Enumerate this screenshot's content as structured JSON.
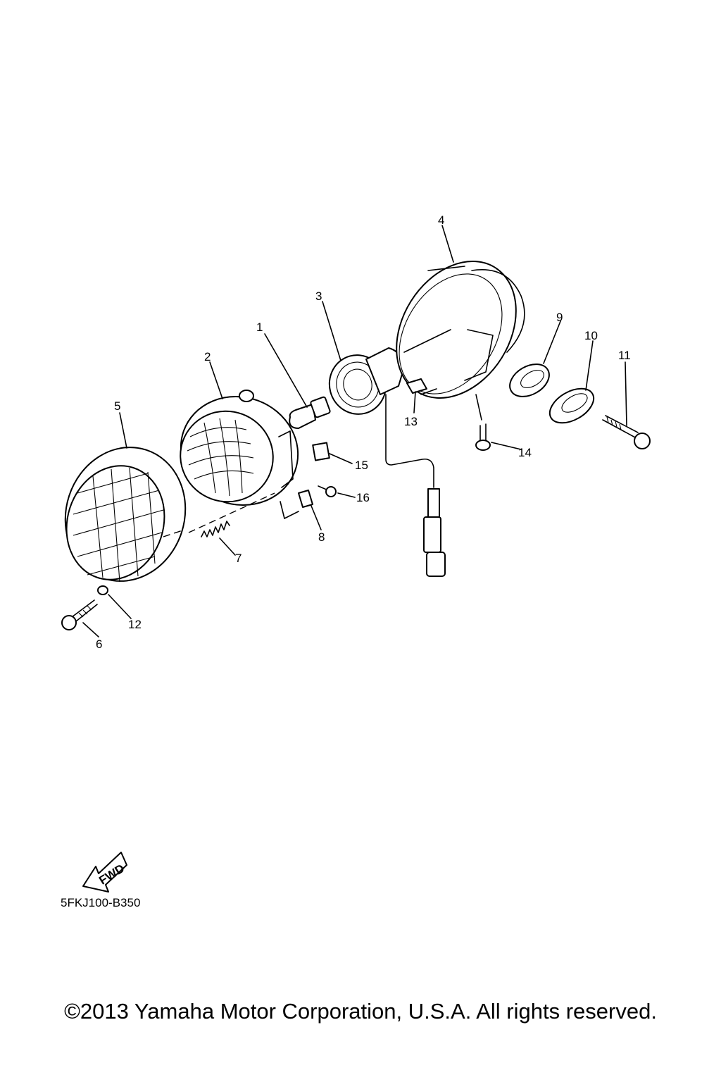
{
  "diagram": {
    "callouts": [
      "1",
      "2",
      "3",
      "4",
      "5",
      "6",
      "7",
      "8",
      "9",
      "10",
      "11",
      "12",
      "13",
      "14",
      "15",
      "16"
    ],
    "fwd_label": "FWD",
    "code": "5FKJ100-B350",
    "copyright": "©2013 Yamaha Motor Corporation, U.S.A. All rights reserved."
  }
}
